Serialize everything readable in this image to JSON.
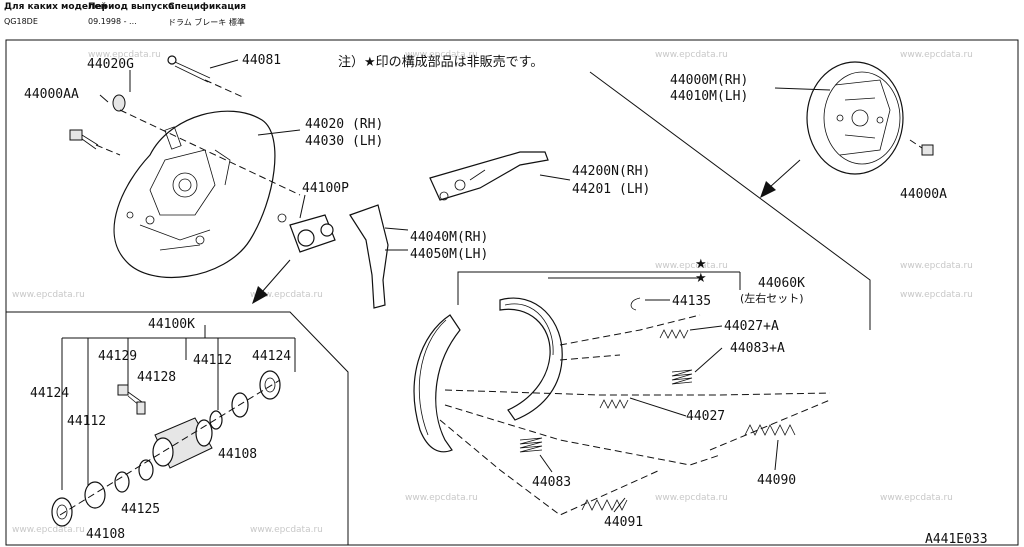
{
  "header": {
    "col1_title": "Для каких моделей",
    "col2_title": "Период выпуска",
    "col3_title": "Спецификация",
    "model": "QG18DE",
    "period": "09.1998 - ...",
    "spec": "ドラム ブレーキ 標準"
  },
  "note": "注）★印の構成部品は非販売です。",
  "watermark": "www.epcdata.ru",
  "diagram_code": "A441E033",
  "labels": {
    "p44020G": "44020G",
    "p44081": "44081",
    "p44000AA": "44000AA",
    "p44020": "44020 (RH)",
    "p44030": "44030 (LH)",
    "p44100P": "44100P",
    "p44000M": "44000M(RH)",
    "p44010M": "44010M(LH)",
    "p44200N": "44200N(RH)",
    "p44201": "44201  (LH)",
    "p44000A": "44000A",
    "p44040M": "44040M(RH)",
    "p44050M": "44050M(LH)",
    "p44060K": "44060K",
    "p44060K_sub": "(左右セット)",
    "p44135": "44135",
    "p44027A": "44027+A",
    "p44083A": "44083+A",
    "p44027": "44027",
    "p44090": "44090",
    "p44083": "44083",
    "p44091": "44091",
    "p44100K": "44100K",
    "p44129": "44129",
    "p44112a": "44112",
    "p44124a": "44124",
    "p44128": "44128",
    "p44124b": "44124",
    "p44112b": "44112",
    "p44108a": "44108",
    "p44125": "44125",
    "p44108b": "44108"
  }
}
